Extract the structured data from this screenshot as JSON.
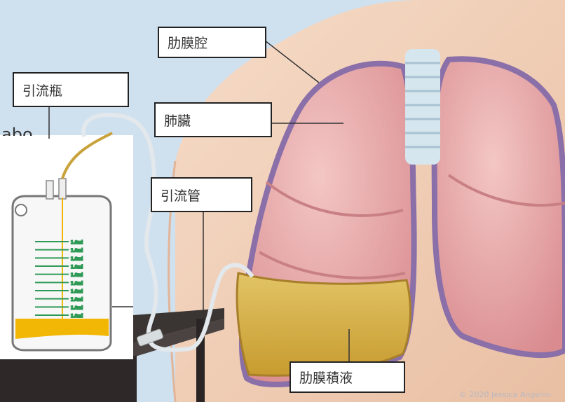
{
  "labels": {
    "pleural_cavity": "肋膜腔",
    "drainage_bottle": "引流瓶",
    "lung": "肺臟",
    "drainage_tube": "引流管",
    "pleural_effusion": "肋膜積液"
  },
  "bottle_scale_marks": [
    "1.0ml",
    "1.0ml",
    "1.0ml",
    "1.0ml",
    "1.0ml",
    "1.0ml",
    "1.0ml",
    "1.0ml",
    "1.0ml",
    "1.0ml"
  ],
  "cut_text": "abo",
  "credit": "© 2020 Jessica Angelini",
  "colors": {
    "sky": "#cfe0ef",
    "skin": "#f0cdb4",
    "lung": "#e9a7a7",
    "pleura": "#8a6fa8",
    "trachea": "#d6e6ef",
    "effusion": "#d4b148",
    "bottle_fluid": "#f2b705",
    "table": "#3a3432",
    "scale_lines": "#2f9a56"
  }
}
